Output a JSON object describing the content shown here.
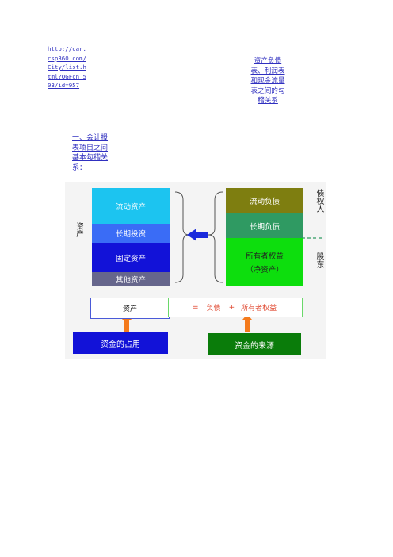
{
  "link_url": "http://car.csp360.com/City/list.html?QGFcn_503/id=957",
  "doc_title": "资产负债表、利润表和现金流量表之间的勾稽关系",
  "section_heading": "一、会计报表项目之间基本勾稽关系：",
  "diagram": {
    "left_side_label": "资产",
    "assets": {
      "current": "流动资产",
      "long_term_investment": "长期投资",
      "fixed": "固定资产",
      "other": "其他资产"
    },
    "liabilities_equity": {
      "current_liabilities": "流动负债",
      "long_term_liabilities": "长期负债",
      "equity": "所有者权益",
      "net_assets": "（净资产）"
    },
    "creditor_label": "债权人",
    "shareholder_label": "股东",
    "equation_left": "资产",
    "equation_eq": "=",
    "equation_liab": "负债",
    "equation_plus": "+",
    "equation_equity": "所有者权益",
    "use_of_funds": "资金的占用",
    "source_of_funds": "资金的来源",
    "colors": {
      "cyan": "#1cc4f0",
      "royal_blue": "#3a6cf6",
      "navy": "#1212d8",
      "slate": "#66668c",
      "olive": "#7e7e10",
      "teal": "#2f9a62",
      "green": "#0dde0d",
      "dark_green": "#0a7c0a",
      "red": "#e04a32"
    }
  }
}
